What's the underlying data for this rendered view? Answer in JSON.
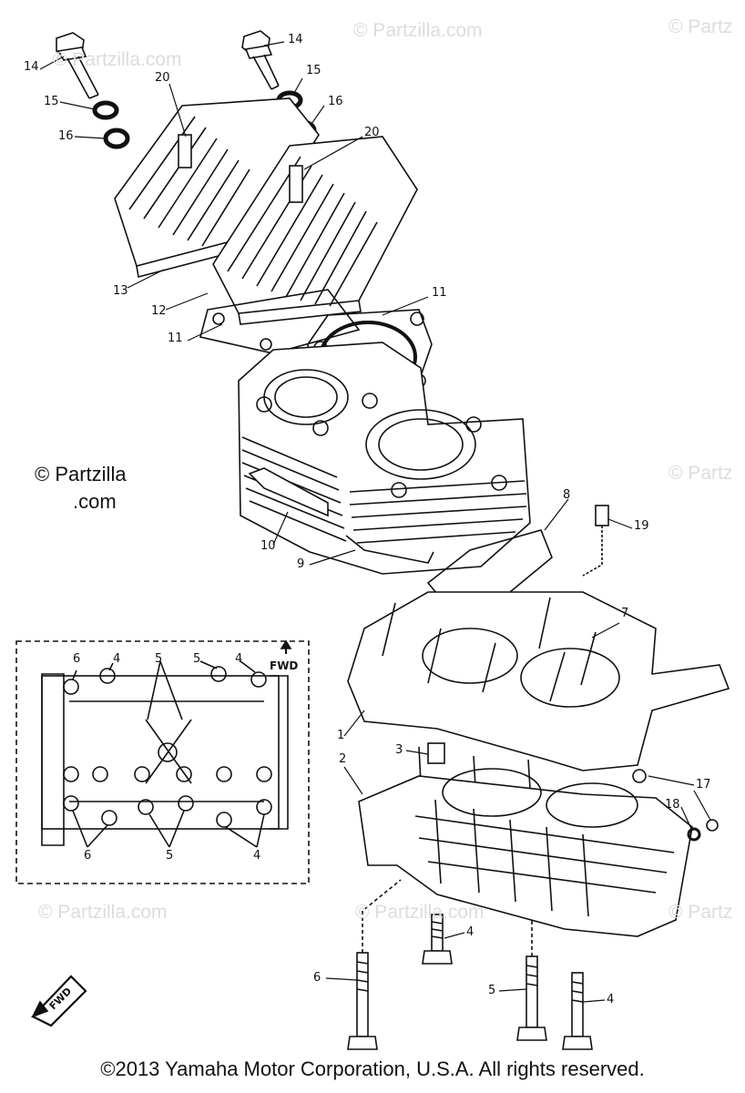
{
  "watermark": {
    "text": "© Partzilla.com",
    "faint_text": "© Partzilla.com",
    "faint_short": "© Partz"
  },
  "main_watermark": {
    "line1": "© Partzilla",
    "line2": ".com"
  },
  "callouts": {
    "c14a": "14",
    "c15a": "15",
    "c16a": "16",
    "c20a": "20",
    "c14b": "14",
    "c15b": "15",
    "c16b": "16",
    "c20b": "20",
    "c13": "13",
    "c12": "12",
    "c11a": "11",
    "c11b": "11",
    "c10": "10",
    "c9": "9",
    "c8": "8",
    "c19": "19",
    "c7": "7",
    "c1": "1",
    "c2": "2",
    "c3": "3",
    "c17": "17",
    "c18": "18",
    "c4a": "4",
    "c6": "6",
    "c5": "5",
    "c4b": "4"
  },
  "inset": {
    "fwd": "FWD",
    "top_labels": [
      "6",
      "4",
      "5",
      "5",
      "4"
    ],
    "bottom_labels": [
      "6",
      "5",
      "4"
    ]
  },
  "fwd_badge": "FWD",
  "copyright": "©2013 Yamaha Motor Corporation, U.S.A. All rights reserved."
}
